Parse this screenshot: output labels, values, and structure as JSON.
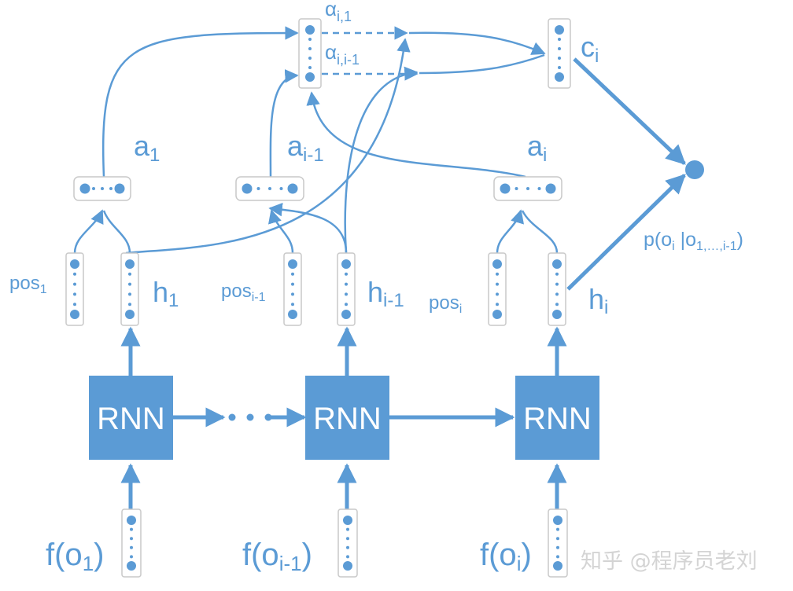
{
  "rnn": {
    "label": "RNN"
  },
  "inputs": {
    "f1": {
      "base": "f(o",
      "sub": "1",
      "close": ")"
    },
    "fi1": {
      "base": "f(o",
      "sub": "i-1",
      "close": ")"
    },
    "fi": {
      "base": "f(o",
      "sub": "i",
      "close": ")"
    }
  },
  "hidden": {
    "h1": {
      "base": "h",
      "sub": "1"
    },
    "hi1": {
      "base": "h",
      "sub": "i-1"
    },
    "hi": {
      "base": "h",
      "sub": "i"
    }
  },
  "positions": {
    "pos1": {
      "base": "pos",
      "sub": "1"
    },
    "posi1": {
      "base": "pos",
      "sub": "i-1"
    },
    "posi": {
      "base": "pos",
      "sub": "i"
    }
  },
  "attention": {
    "a1": {
      "base": "a",
      "sub": "1"
    },
    "ai1": {
      "base": "a",
      "sub": "i-1"
    },
    "ai": {
      "base": "a",
      "sub": "i"
    }
  },
  "alpha": {
    "alpha_i1": {
      "base": "α",
      "sub": "i,1"
    },
    "alpha_ii1": {
      "base": "α",
      "sub": "i,i-1"
    }
  },
  "context": {
    "base": "c",
    "sub": "i"
  },
  "output": {
    "p_open": "p(o",
    "p_sub_i": "i",
    "p_mid": " |o",
    "p_sub_cond": "1,…,i-1",
    "p_close": ")"
  },
  "watermark": "知乎 @程序员老刘",
  "colors": {
    "accent": "#5b9bd5",
    "box_fill": "#ffffff",
    "box_border": "#c9c9c9",
    "watermark": "#d4d4d4"
  }
}
